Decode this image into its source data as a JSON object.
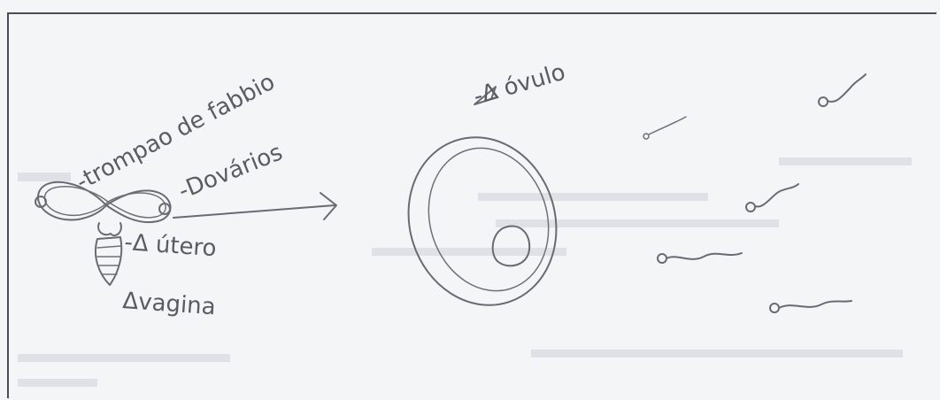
{
  "drawing": {
    "labels": {
      "fallopian_tube": "-trompao de fabbio",
      "ovaries": "-Dovários",
      "uterus": "-Δ útero",
      "vagina": "Δvagina",
      "ovum": "-Δ óvulo"
    }
  }
}
